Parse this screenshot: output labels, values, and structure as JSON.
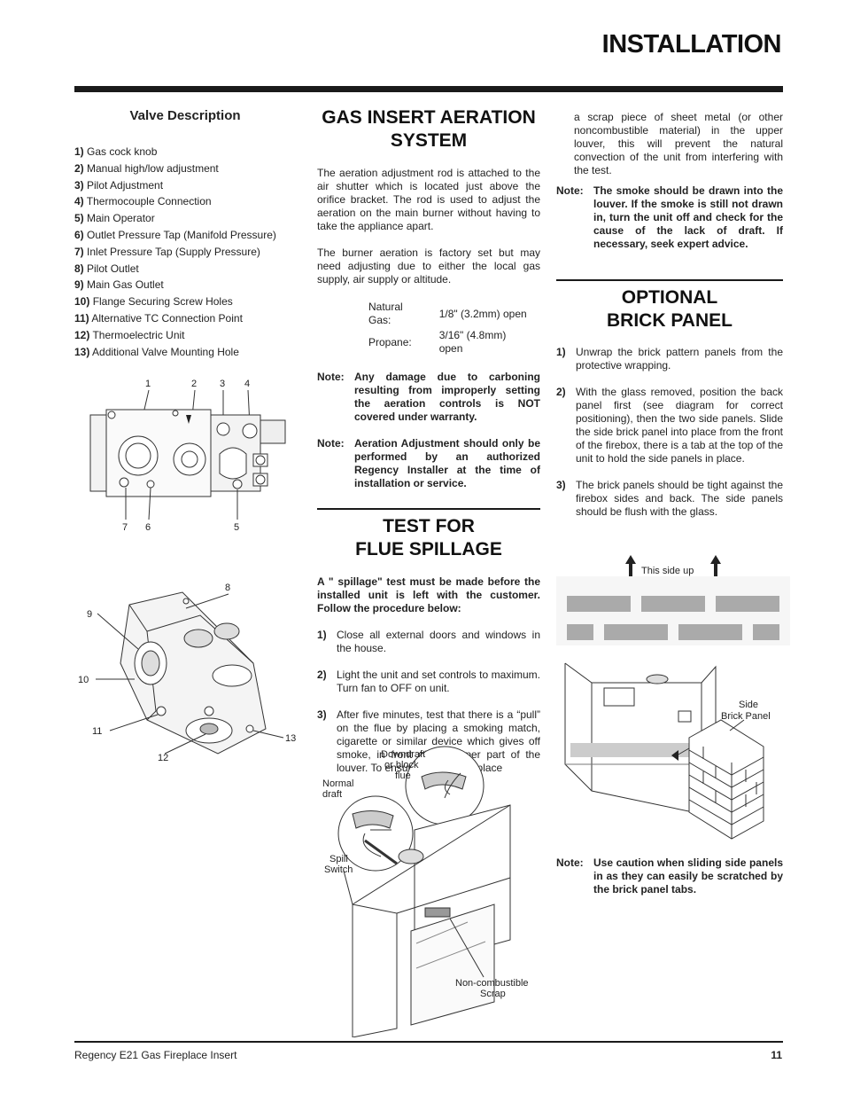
{
  "page_title": "INSTALLATION",
  "valve": {
    "heading": "Valve Description",
    "items": [
      {
        "num": "1)",
        "text": "Gas cock knob"
      },
      {
        "num": "2)",
        "text": "Manual high/low adjustment"
      },
      {
        "num": "3)",
        "text": "Pilot Adjustment"
      },
      {
        "num": "4)",
        "text": "Thermocouple Connection"
      },
      {
        "num": "5)",
        "text": "Main Operator"
      },
      {
        "num": "6)",
        "text": "Outlet Pressure Tap (Manifold Pressure)"
      },
      {
        "num": "7)",
        "text": "Inlet Pressure Tap (Supply Pressure)"
      },
      {
        "num": "8)",
        "text": "Pilot Outlet"
      },
      {
        "num": "9)",
        "text": "Main Gas Outlet"
      },
      {
        "num": "10)",
        "text": "Flange Securing Screw Holes"
      },
      {
        "num": "11)",
        "text": "Alternative TC Connection Point"
      },
      {
        "num": "12)",
        "text": "Thermoelectric Unit"
      },
      {
        "num": "13)",
        "text": "Additional Valve Mounting Hole"
      }
    ],
    "fig1_callouts": {
      "c1": "1",
      "c2": "2",
      "c3": "3",
      "c4": "4",
      "c5": "5",
      "c6": "6",
      "c7": "7"
    },
    "fig2_callouts": {
      "c8": "8",
      "c9": "9",
      "c10": "10",
      "c11": "11",
      "c12": "12",
      "c13": "13"
    }
  },
  "aeration": {
    "title_line1": "GAS INSERT AERATION",
    "title_line2": "SYSTEM",
    "p1": "The aeration adjustment rod is attached to the air shutter which is located just above the orifice bracket. The rod is used to adjust the aeration on the main burner without having to take the appliance apart.",
    "p2": "The burner aeration is factory set but may need adjusting due to either the local gas supply, air supply or altitude.",
    "gas_table": [
      {
        "label": "Natural Gas:",
        "value": "1/8\" (3.2mm) open"
      },
      {
        "label": "Propane:",
        "value": "3/16\" (4.8mm) open"
      }
    ],
    "note1_label": "Note:",
    "note1": "Any damage due to carboning resulting from improperly setting the aeration controls is NOT covered under warranty.",
    "note2_label": "Note:",
    "note2": "Aeration Adjustment should only be performed by an authorized Regency Installer at the time of installation or service."
  },
  "spillage": {
    "title_line1": "TEST FOR",
    "title_line2": "FLUE SPILLAGE",
    "intro": "A \" spillage\" test must be made before the installed unit is left with the customer. Follow the procedure below:",
    "steps": [
      {
        "num": "1)",
        "text": "Close all external doors and windows in the house."
      },
      {
        "num": "2)",
        "text": "Light the unit and set controls to maximum. Turn fan to OFF on unit."
      },
      {
        "num": "3)",
        "text": "After five minutes, test that there is a “pull” on the flue by placing a smoking match, cigarette or similar device which gives off smoke, in front of the upper part of the louver. To ensure a valid test, place"
      }
    ],
    "fig_labels": {
      "downdraft_1": "Downdraft",
      "downdraft_2": "or block",
      "downdraft_3": "flue",
      "normal_1": "Normal",
      "normal_2": "draft",
      "spill_1": "Spill",
      "spill_2": "Switch",
      "scrap_1": "Non-combustible",
      "scrap_2": "Scrap"
    }
  },
  "col3": {
    "continued": "a scrap piece of sheet metal (or other noncombustible material) in the upper louver, this will prevent the natural convection of the unit from interfering with the test.",
    "note_label": "Note:",
    "note": "The smoke should be drawn into the louver. If the smoke is still not drawn in, turn the unit off and check for the cause of the lack of draft. If necessary, seek expert advice.",
    "brick_title_line1": "OPTIONAL",
    "brick_title_line2": "BRICK PANEL",
    "steps": [
      {
        "num": "1)",
        "text": "Unwrap the brick pattern panels from the protective wrapping."
      },
      {
        "num": "2)",
        "text": "With the glass removed, position the back panel first (see diagram for correct positioning), then the two side panels. Slide the side brick panel into place from the front of the firebox, there is a tab at the top of the unit to hold the side panels in place."
      },
      {
        "num": "3)",
        "text": "The brick panels should be tight against the firebox sides and back. The side panels should be flush with the glass."
      }
    ],
    "this_side_up": "This side up",
    "side_panel_1": "Side",
    "side_panel_2": "Brick Panel",
    "note2_label": "Note:",
    "note2": "Use caution when sliding side panels in as they can easily be scratched by the brick panel tabs."
  },
  "footer": {
    "left": "Regency E21 Gas Fireplace Insert",
    "page_number": "11"
  }
}
